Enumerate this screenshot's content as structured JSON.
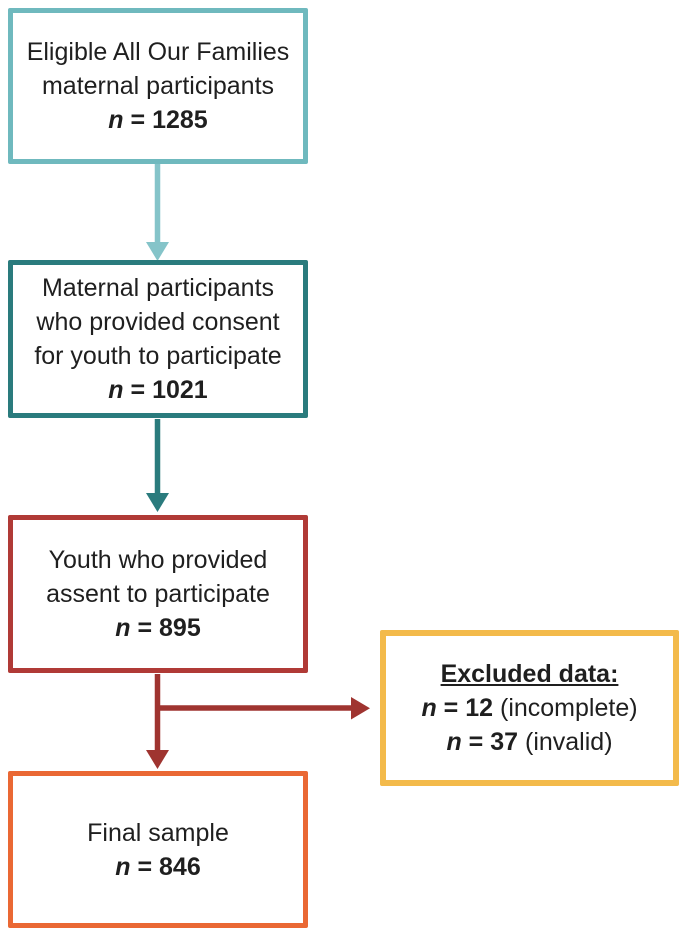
{
  "diagram": {
    "type": "participant-flow",
    "colors": {
      "background": "#FFFFFF",
      "text": "#1F1F1F",
      "box_eligible_border": "#6FB9BE",
      "box_consent_border": "#2A7B7D",
      "box_assent_border": "#B03A36",
      "box_excluded_border": "#F3BA4B",
      "box_final_border": "#EA6834",
      "arrow_teal_light": "#85C4C9",
      "arrow_teal_dark": "#2A7B7D",
      "arrow_red": "#9F3430"
    },
    "boxes": {
      "eligible": {
        "lines": [
          "Eligible All Our Families",
          "maternal participants"
        ],
        "n_var": "n",
        "n_eq": " = 1285"
      },
      "consent": {
        "lines": [
          "Maternal participants",
          "who provided consent",
          "for youth to participate"
        ],
        "n_var": "n",
        "n_eq": " = 1021"
      },
      "assent": {
        "lines": [
          "Youth who provided",
          "assent to participate"
        ],
        "n_var": "n",
        "n_eq": " = 895"
      },
      "excluded": {
        "heading": "Excluded data:",
        "items": [
          {
            "n_var": "n",
            "n_eq": " = 12",
            "note": " (incomplete)"
          },
          {
            "n_var": "n",
            "n_eq": " = 37",
            "note": " (invalid)"
          }
        ]
      },
      "final": {
        "lines": [
          "Final sample"
        ],
        "n_var": "n",
        "n_eq": " = 846"
      }
    }
  }
}
